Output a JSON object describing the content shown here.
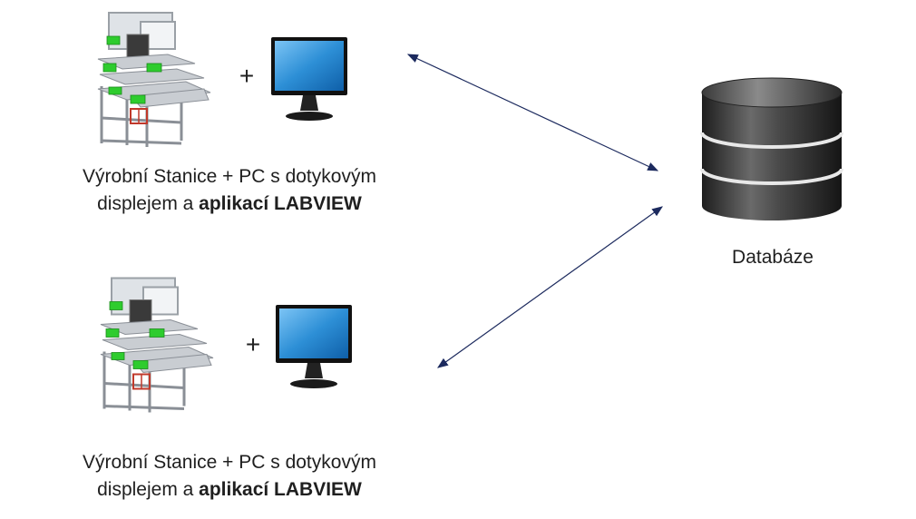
{
  "stations": [
    {
      "caption_line1": "Výrobní Stanice + PC s dotykovým",
      "caption_line2_prefix": "displejem a ",
      "caption_line2_bold": "aplikací LABVIEW",
      "plus": "+"
    },
    {
      "caption_line1": "Výrobní Stanice + PC s dotykovým",
      "caption_line2_prefix": "displejem a ",
      "caption_line2_bold": "aplikací LABVIEW",
      "plus": "+"
    }
  ],
  "database": {
    "label": "Databáze"
  },
  "colors": {
    "arrow": "#1c2a5e",
    "machine_green": "#2ecc2e",
    "monitor_blue": "#2d8fd6",
    "db_dark": "#2b2b2b"
  },
  "icons": [
    "machine-icon",
    "monitor-icon",
    "database-icon"
  ]
}
